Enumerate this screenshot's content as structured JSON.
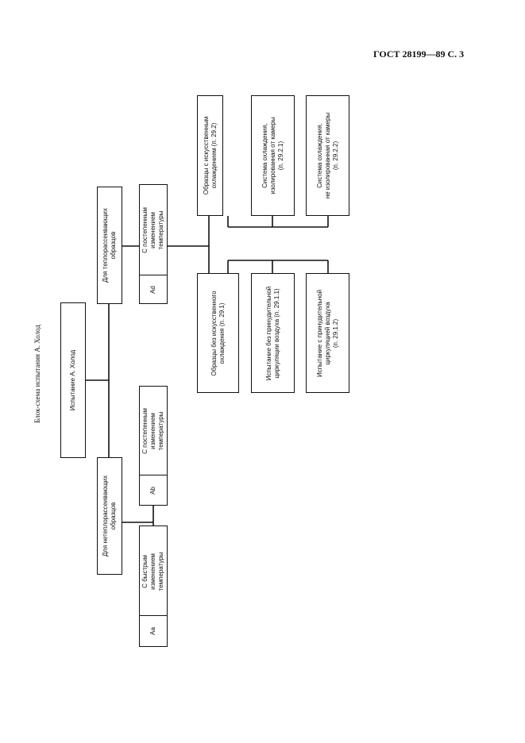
{
  "header": {
    "standard": "ГОСТ 28199—89 С. 3"
  },
  "caption": "Блок-схема испытания А. Холод",
  "root": "Испытание А. Холод",
  "groups": {
    "non_heat": "Для нетеплорассеивающих\nобразцов",
    "heat": "Для теплорассеивающих\nобразцов"
  },
  "tests": {
    "aa_code": "Аа",
    "aa_label": "С быстрым\nизменением\nтемпературы",
    "ab_code": "Аb",
    "ab_label": "С постепенным\nизменением\nтемпературы",
    "ad_code": "Аd",
    "ad_label": "С постепенным\nизменением\nтемпературы"
  },
  "branches": {
    "no_forced": "Образцы без искусственного\nохлаждения (п. 29.1)",
    "forced": "Образцы с искусственным\nохлаждением (п. 29.2)"
  },
  "leaves": {
    "no_circ": "Испытание без принудительной\nциркуляции воздуха (п. 29.1.1)",
    "with_circ": "Испытание с принудительной\nциркуляцией воздуха\n(п. 29.1.2)",
    "isolated": "Система охлаждения,\nизолированная от камеры\n(п. 29.2.1)",
    "not_isolated": "Система охлаждения,\nне изолированная от камеры\n(п. 29.2.2)"
  }
}
